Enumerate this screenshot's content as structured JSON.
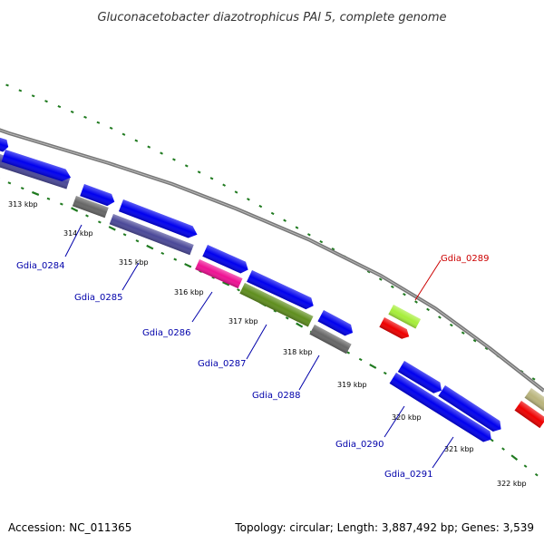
{
  "title": "Gluconacetobacter diazotrophicus PAl 5, complete genome",
  "footer": {
    "accession": "Accession: NC_011365",
    "summary": "Topology: circular; Length: 3,887,492 bp; Genes: 3,539"
  },
  "kbp_ticks": [
    "313 kbp",
    "314 kbp",
    "315 kbp",
    "316 kbp",
    "317 kbp",
    "318 kbp",
    "319 kbp",
    "320 kbp",
    "321 kbp",
    "322 kbp"
  ],
  "gene_labels": [
    "Gdia_0284",
    "Gdia_0285",
    "Gdia_0286",
    "Gdia_0287",
    "Gdia_0288",
    "Gdia_0289",
    "Gdia_0290",
    "Gdia_0291"
  ],
  "colors": {
    "blue_gene": "#0000ee",
    "slate_gene": "#4a4898",
    "gray_gene": "#666666",
    "pink_gene": "#ee1193",
    "olive_gene": "#5f8e1e",
    "lime_gene": "#a6ee3a",
    "red_gene": "#ee0000",
    "khaki_gene": "#b9b47c",
    "backbone": "#888888",
    "tick_dots": "#1f7a1f",
    "label_blue": "#0000aa",
    "label_red": "#cc0000"
  }
}
